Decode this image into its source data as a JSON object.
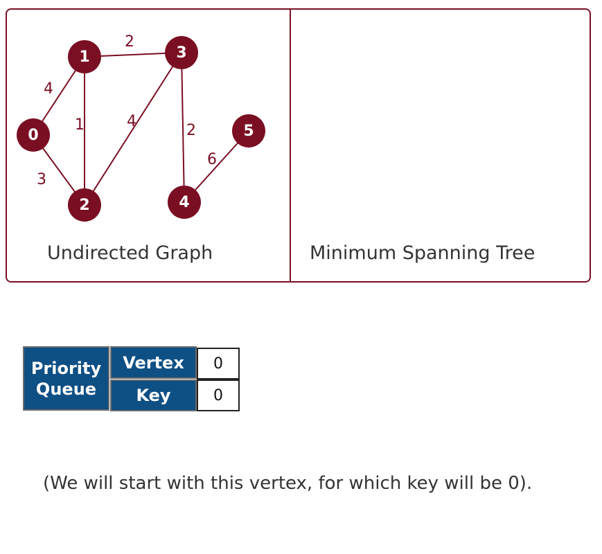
{
  "colors": {
    "node_fill": "#7a0e22",
    "edge": "#7a0e22",
    "weight_text": "#7a0e22",
    "panel_border": "#7a0e22",
    "header_fill": "#0e4f84"
  },
  "graph": {
    "caption": "Undirected Graph",
    "nodes": [
      {
        "id": "0",
        "label": "0"
      },
      {
        "id": "1",
        "label": "1"
      },
      {
        "id": "2",
        "label": "2"
      },
      {
        "id": "3",
        "label": "3"
      },
      {
        "id": "4",
        "label": "4"
      },
      {
        "id": "5",
        "label": "5"
      }
    ],
    "edges": [
      {
        "from": "0",
        "to": "1",
        "weight": "4"
      },
      {
        "from": "0",
        "to": "2",
        "weight": "3"
      },
      {
        "from": "1",
        "to": "2",
        "weight": "1"
      },
      {
        "from": "1",
        "to": "3",
        "weight": "2"
      },
      {
        "from": "2",
        "to": "3",
        "weight": "4"
      },
      {
        "from": "3",
        "to": "4",
        "weight": "2"
      },
      {
        "from": "4",
        "to": "5",
        "weight": "6"
      }
    ]
  },
  "mst": {
    "caption": "Minimum Spanning Tree"
  },
  "priority_queue": {
    "title": "Priority Queue",
    "vertex_label": "Vertex",
    "key_label": "Key",
    "vertex_value": "0",
    "key_value": "0"
  },
  "note": "(We will start with this vertex, for which key will be 0)."
}
